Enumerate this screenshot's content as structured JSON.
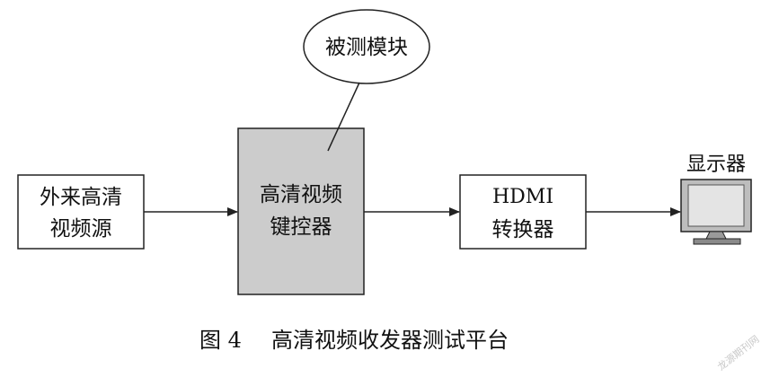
{
  "diagram": {
    "nodes": {
      "source": {
        "line1": "外来高清",
        "line2": "视频源"
      },
      "controller": {
        "line1": "高清视频",
        "line2": "键控器"
      },
      "dut": {
        "label": "被测模块"
      },
      "converter": {
        "line1": "HDMI",
        "line2": "转换器"
      },
      "display": {
        "label": "显示器"
      }
    },
    "edges": [
      {
        "from": "source",
        "to": "controller"
      },
      {
        "from": "controller",
        "to": "converter"
      },
      {
        "from": "converter",
        "to": "display"
      },
      {
        "from": "dut",
        "to": "controller",
        "style": "line"
      }
    ],
    "colors": {
      "controller_fill": "#cccccc",
      "stroke": "#222222",
      "monitor_screen": "#e4e4e4"
    }
  },
  "caption": {
    "figure_no": "图 4",
    "text": "高清视频收发器测试平台"
  },
  "watermark": "龙源期刊网"
}
